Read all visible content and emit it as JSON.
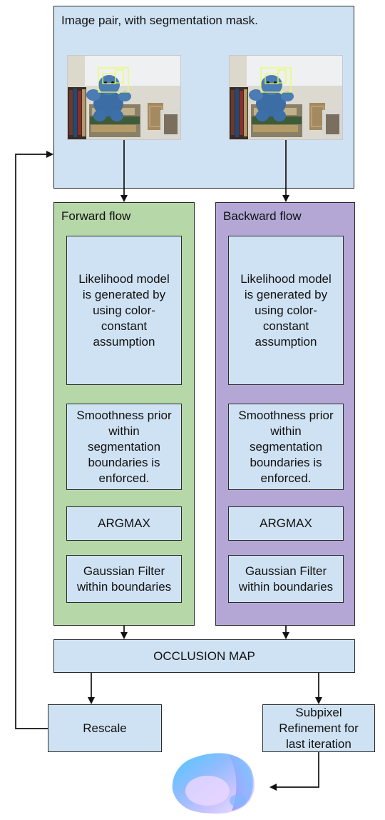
{
  "top_panel": {
    "title": "Image pair, with segmentation mask."
  },
  "images": [
    {
      "name": "left-input-image",
      "icon": "teddy-bear-photo"
    },
    {
      "name": "right-input-image",
      "icon": "teddy-bear-photo"
    }
  ],
  "forward": {
    "title": "Forward flow",
    "likelihood": "Likelihood model is generated by using color-constant assumption",
    "smoothness": "Smoothness prior within segmentation boundaries is enforced.",
    "argmax": "ARGMAX",
    "gaussian": "Gaussian Filter within boundaries"
  },
  "backward": {
    "title": "Backward flow",
    "likelihood": "Likelihood model is generated by using color-constant assumption",
    "smoothness": "Smoothness prior within segmentation boundaries is enforced.",
    "argmax": "ARGMAX",
    "gaussian": "Gaussian Filter within boundaries"
  },
  "occlusion": {
    "label": "OCCLUSION MAP"
  },
  "rescale": {
    "label": "Rescale"
  },
  "subpixel": {
    "label": "Subpixel Refinement for last iteration"
  },
  "output": {
    "icon": "optical-flow-field-image"
  },
  "colors": {
    "blue_fill": "#cfe2f3",
    "green_fill": "#b6d7a8",
    "purple_fill": "#b4a7d6",
    "border": "#2b2b2b",
    "arrow": "#111111"
  }
}
